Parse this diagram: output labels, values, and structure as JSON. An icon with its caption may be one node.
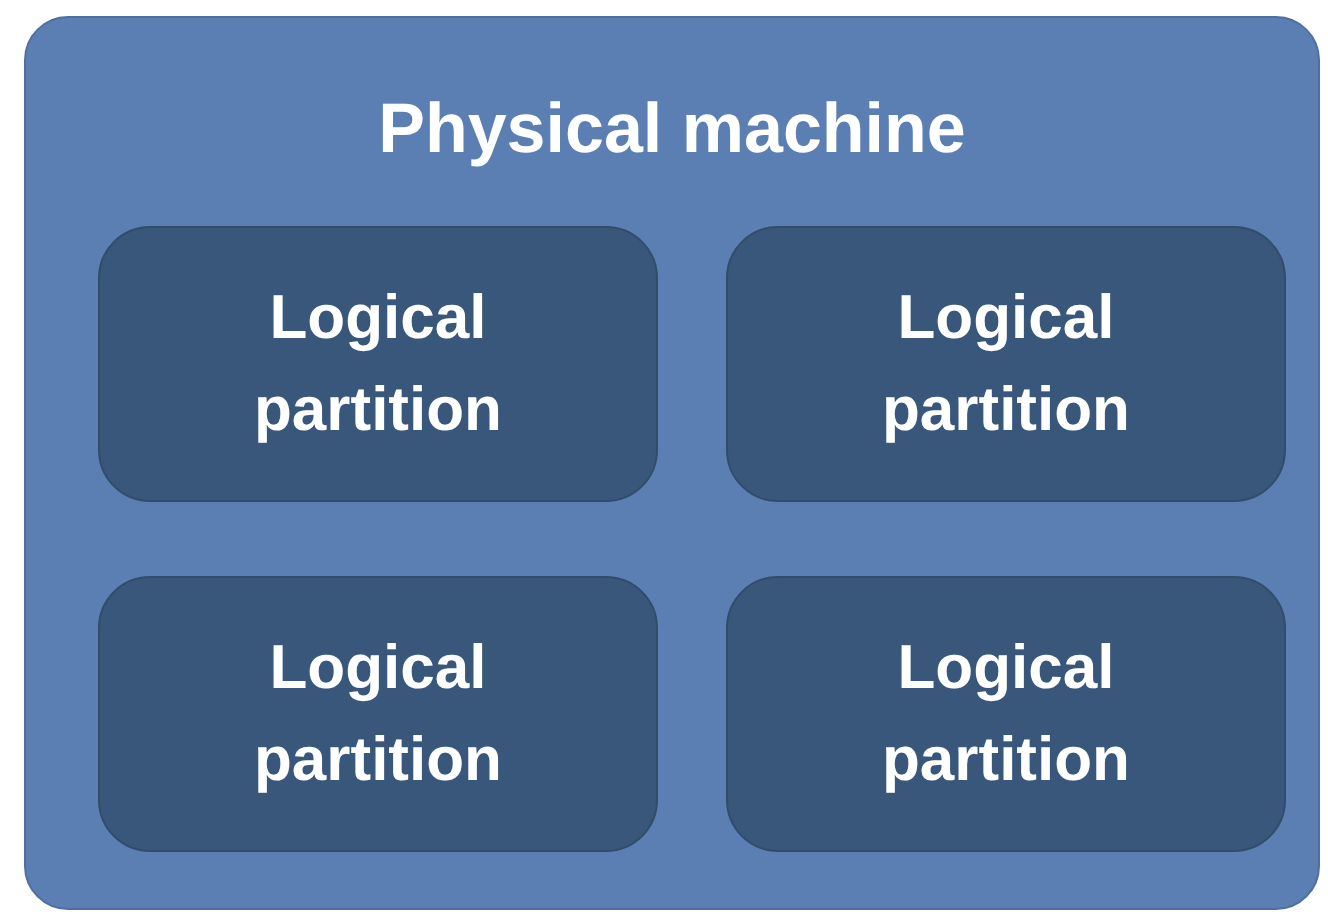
{
  "diagram": {
    "nodes": [
      {
        "text": [
          "Physical machine"
        ]
      },
      {
        "text": [
          "Logical partition"
        ],
        "in": 0
      },
      {
        "text": [
          "Logical partition"
        ],
        "in": 0
      },
      {
        "text": [
          "Logical partition"
        ],
        "in": 0
      },
      {
        "text": [
          "Logical partition"
        ],
        "in": 0
      }
    ]
  }
}
